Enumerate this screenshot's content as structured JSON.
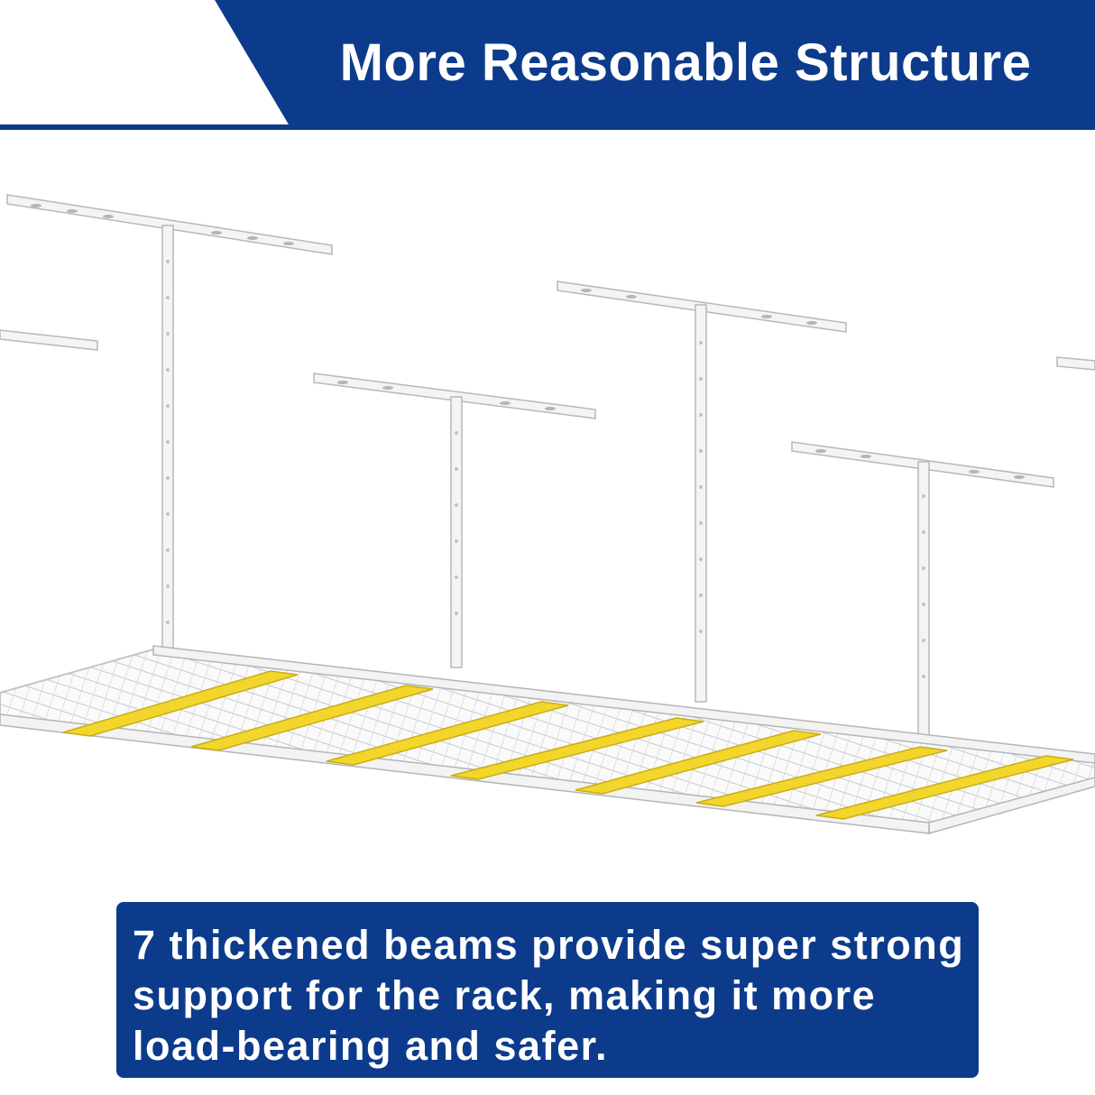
{
  "header": {
    "title": "More Reasonable Structure",
    "background_color": "#0d3b8c"
  },
  "illustration": {
    "subject": "overhead ceiling storage rack with wire grid deck",
    "frame_color": "#f2f2f2",
    "highlight_color": "#f2d62c",
    "highlighted_beams": 7
  },
  "caption": {
    "text": "7 thickened beams provide super strong support for the rack, making it more load-bearing and safer.",
    "background_color": "#0d3b8c"
  }
}
